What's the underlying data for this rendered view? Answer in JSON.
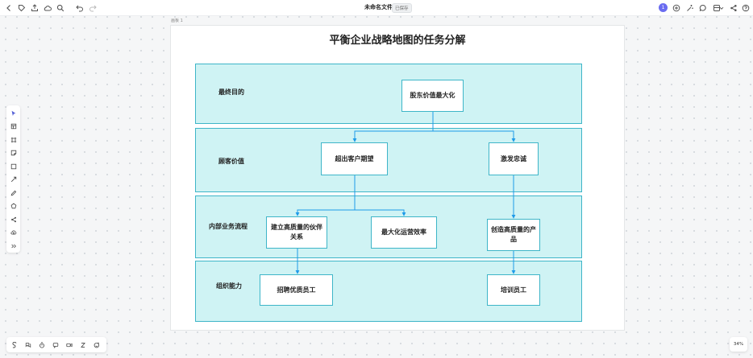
{
  "topbar": {
    "doc_title": "未命名文件",
    "doc_badge": "已保存",
    "avatar_letter": "1"
  },
  "frame": {
    "label": "画板 1",
    "title": "平衡企业战略地图的任务分解"
  },
  "lanes": [
    {
      "label": "最终目的"
    },
    {
      "label": "顾客价值"
    },
    {
      "label": "内部业务流程"
    },
    {
      "label": "组织能力"
    }
  ],
  "nodes": {
    "shareholder_value": "股东价值最大化",
    "exceed_expectation": "超出客户期望",
    "inspire_loyalty": "激发忠诚",
    "build_partnership": "建立高质量的伙伴关系",
    "max_efficiency": "最大化运营效率",
    "create_products": "创造高质量的产品",
    "recruit_staff": "招聘优质员工",
    "train_staff": "培训员工"
  },
  "zoom": "34%",
  "colors": {
    "lane_fill": "#cff3f4",
    "lane_border": "#3eb5c8",
    "connector": "#1e9be9",
    "accent": "#6a6cf0"
  }
}
